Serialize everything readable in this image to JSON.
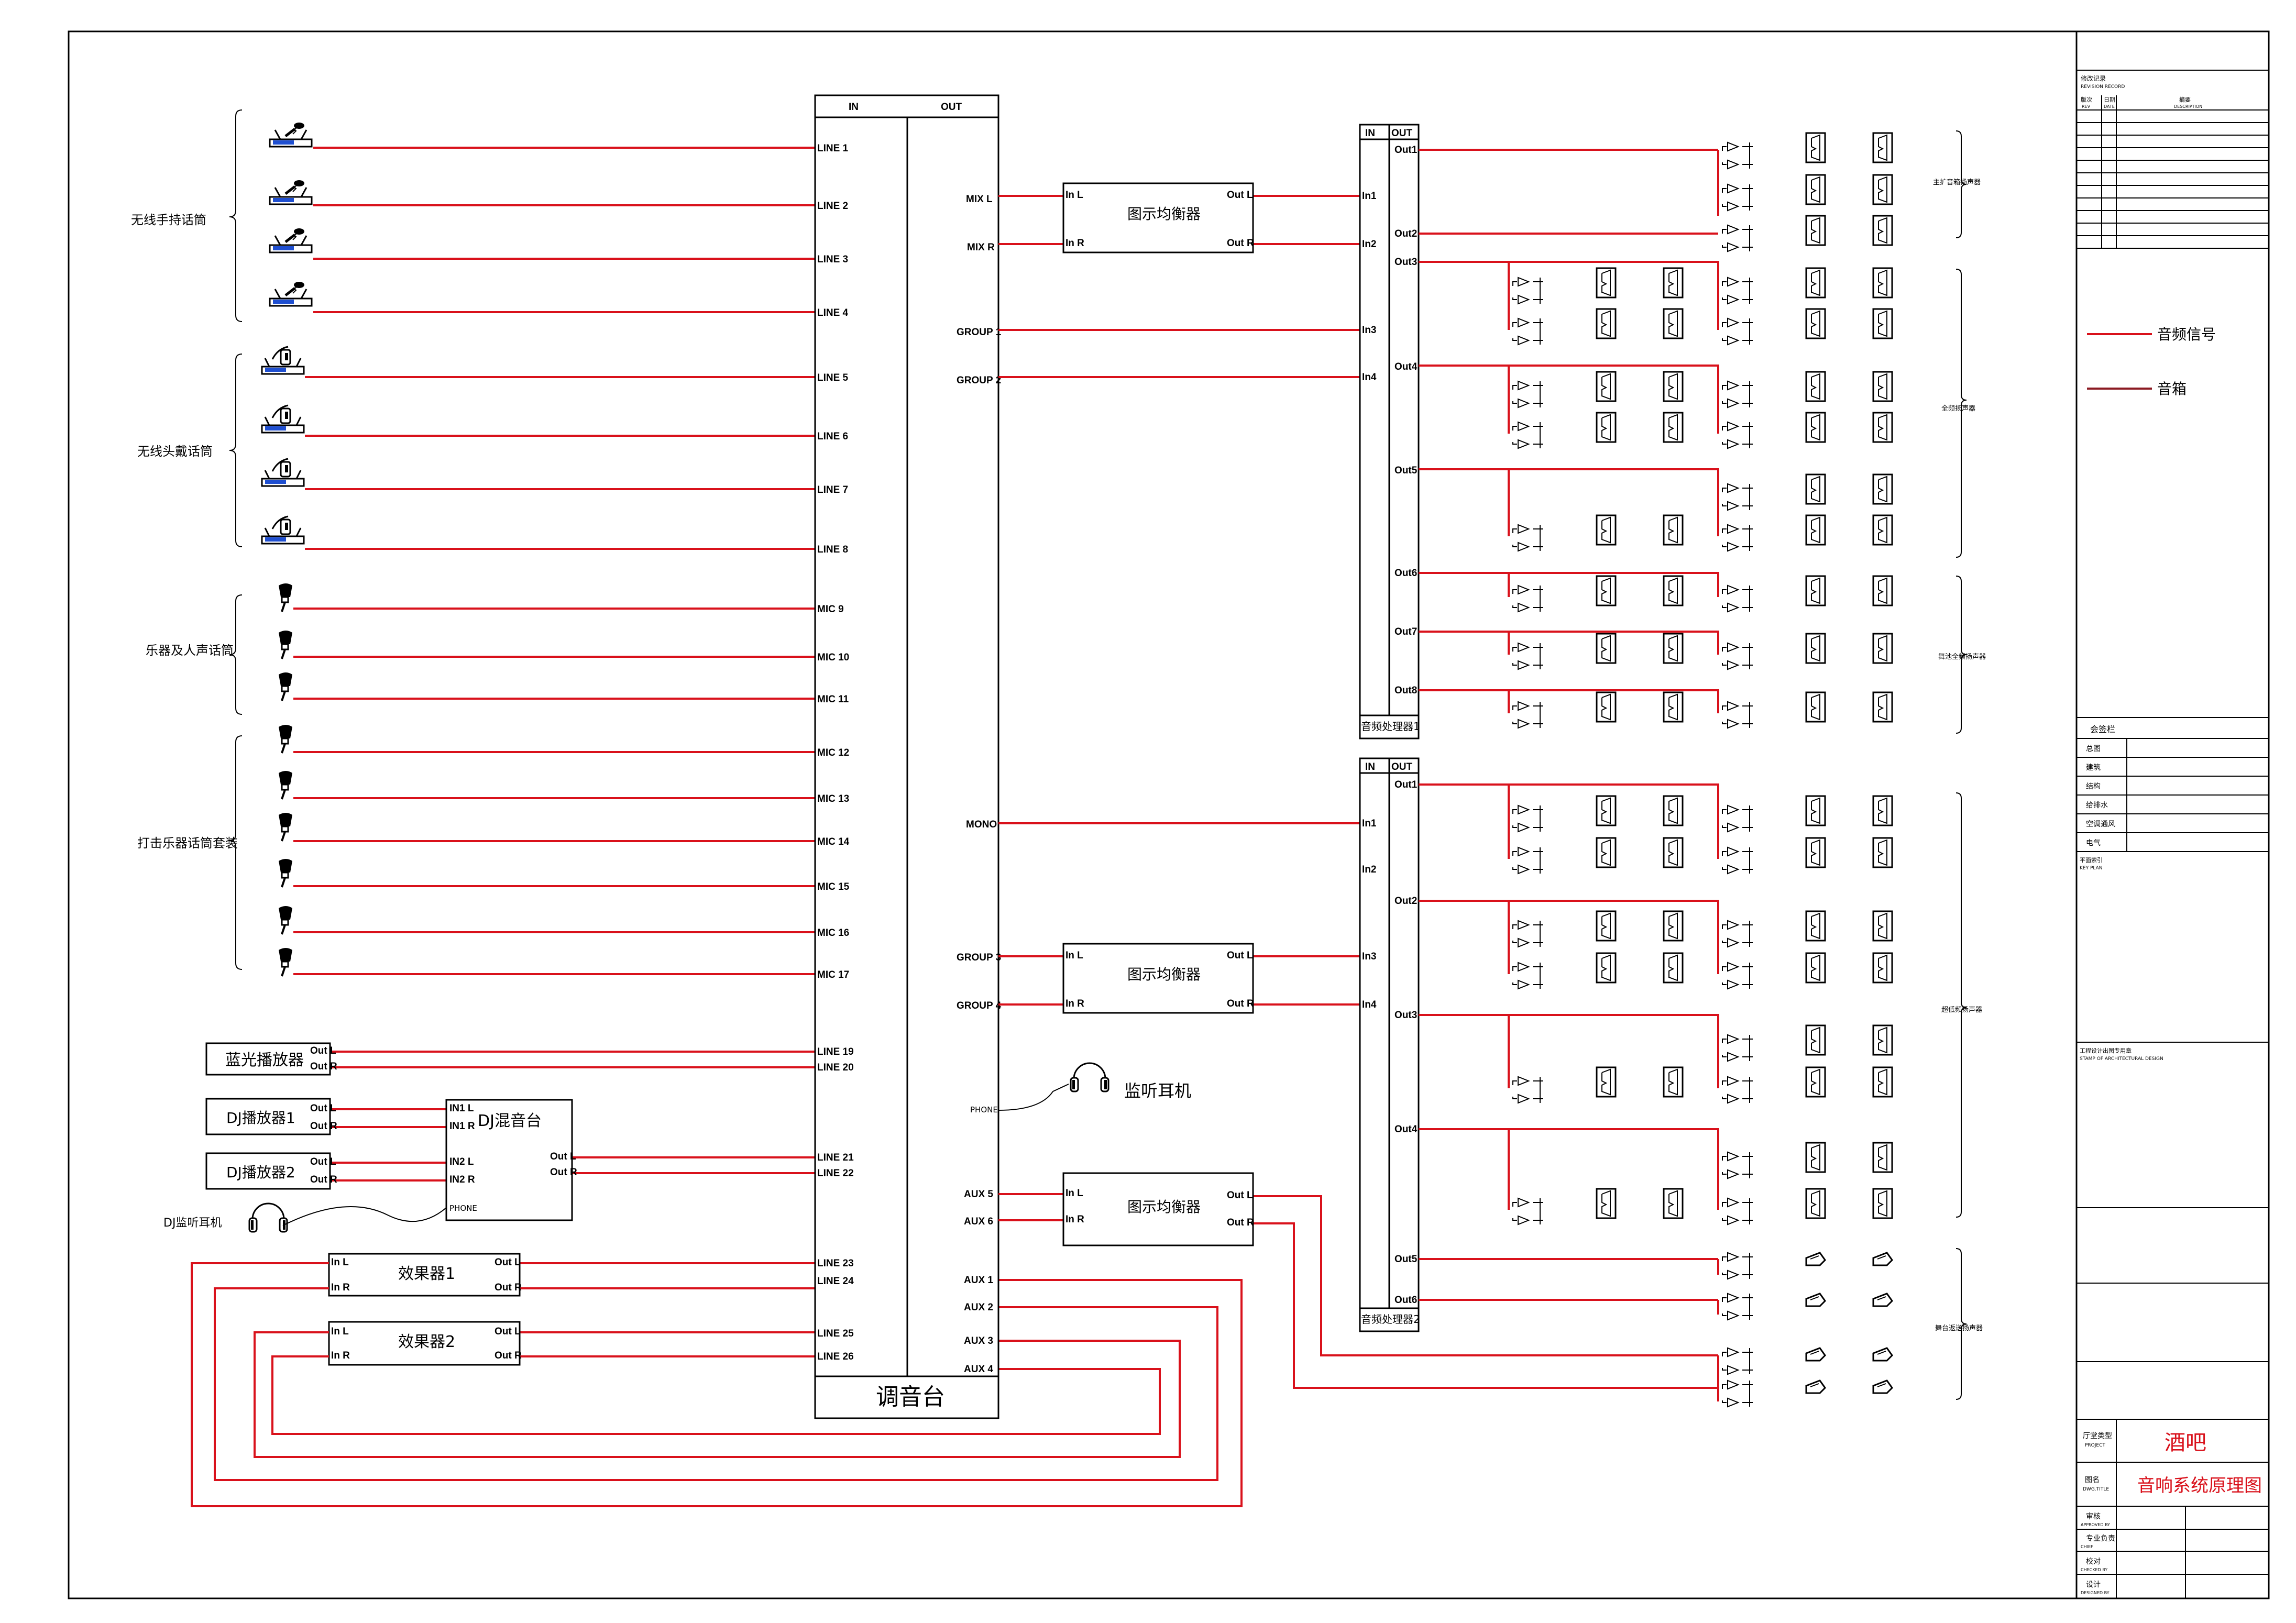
{
  "source_groups": [
    {
      "label": "无线手持话筒",
      "icon": "wireless-handheld-mic-icon"
    },
    {
      "label": "无线头戴话筒",
      "icon": "wireless-headset-mic-icon"
    },
    {
      "label": "乐器及人声话筒",
      "icon": "wired-mic-icon"
    },
    {
      "label": "打击乐器话筒套装",
      "icon": "wired-mic-icon"
    }
  ],
  "mixer": {
    "title": "调音台",
    "in_header": "IN",
    "out_header": "OUT",
    "inputs": [
      "LINE 1",
      "LINE 2",
      "LINE 3",
      "LINE 4",
      "LINE 5",
      "LINE 6",
      "LINE 7",
      "LINE 8",
      "MIC 9",
      "MIC 10",
      "MIC 11",
      "MIC 12",
      "MIC 13",
      "MIC 14",
      "MIC 15",
      "MIC 16",
      "MIC 17",
      "LINE 19",
      "LINE 20",
      "LINE 21",
      "LINE 22",
      "LINE 23",
      "LINE 24",
      "LINE 25",
      "LINE 26"
    ],
    "outputs": [
      "MIX L",
      "MIX R",
      "GROUP 1",
      "GROUP 2",
      "MONO",
      "GROUP 3",
      "GROUP 4",
      "PHONE",
      "AUX 5",
      "AUX 6",
      "AUX 1",
      "AUX 2",
      "AUX 3",
      "AUX 4"
    ]
  },
  "devices": {
    "bluray": "蓝光播放器",
    "dj1": "DJ播放器1",
    "dj2": "DJ播放器2",
    "dj_mixer": "DJ混音台",
    "dj_headphone": "DJ监听耳机",
    "fx1": "效果器1",
    "fx2": "效果器2",
    "eq": "图示均衡器",
    "monitor_headphone": "监听耳机",
    "proc1": "音频处理器1",
    "proc2": "音频处理器2"
  },
  "port_labels": {
    "out_l": "Out L",
    "out_r": "Out R",
    "in_l": "In L",
    "in_r": "In R",
    "in1l": "IN1 L",
    "in1r": "IN1 R",
    "in2l": "IN2 L",
    "in2r": "IN2 R",
    "phone": "PHONE",
    "proc_in": "IN",
    "proc_out": "OUT"
  },
  "proc1_inputs": [
    "In1",
    "In2",
    "In3",
    "In4"
  ],
  "proc1_outputs": [
    "Out1",
    "Out2",
    "Out3",
    "Out4",
    "Out5",
    "Out6",
    "Out7",
    "Out8"
  ],
  "proc2_inputs": [
    "In1",
    "In2",
    "In3",
    "In4"
  ],
  "proc2_outputs": [
    "Out1",
    "Out2",
    "Out3",
    "Out4",
    "Out5",
    "Out6"
  ],
  "zone_labels": [
    "主扩音箱扬声器",
    "全频扬声器",
    "舞池全频扬声器",
    "超低频扬声器",
    "舞台返送扬声器"
  ],
  "legend": [
    {
      "label": "音频信号",
      "color": "#d9111b"
    },
    {
      "label": "音箱",
      "color": "#8b1a22"
    }
  ],
  "title_block": {
    "revision_header": "修改记录",
    "revision_header_en": "REVISION RECORD",
    "rev_cols": [
      "版次",
      "日期",
      "摘要"
    ],
    "rev_cols_en": [
      "REV",
      "DATE",
      "DESCRIPTION"
    ],
    "sign_header": "会签栏",
    "sign_rows": [
      "总图",
      "建筑",
      "结构",
      "给排水",
      "空调通风",
      "电气"
    ],
    "key_plan": "平面索引",
    "key_plan_en": "KEY PLAN",
    "stamp": "工程设计出图专用章",
    "stamp_en": "STAMP OF ARCHITECTURAL DESIGN",
    "project_label": "厅堂类型",
    "project_label_en": "PROJECT",
    "project": "酒吧",
    "title_label": "图名",
    "title_label_en": "DWG.TITLE",
    "title": "音响系统原理图",
    "sign_roles": [
      {
        "cn": "审核",
        "en": "APPROVED BY"
      },
      {
        "cn": "专业负责",
        "en": "CHIEF"
      },
      {
        "cn": "校对",
        "en": "CHECKED BY"
      },
      {
        "cn": "设计",
        "en": "DESIGNED BY"
      }
    ]
  }
}
